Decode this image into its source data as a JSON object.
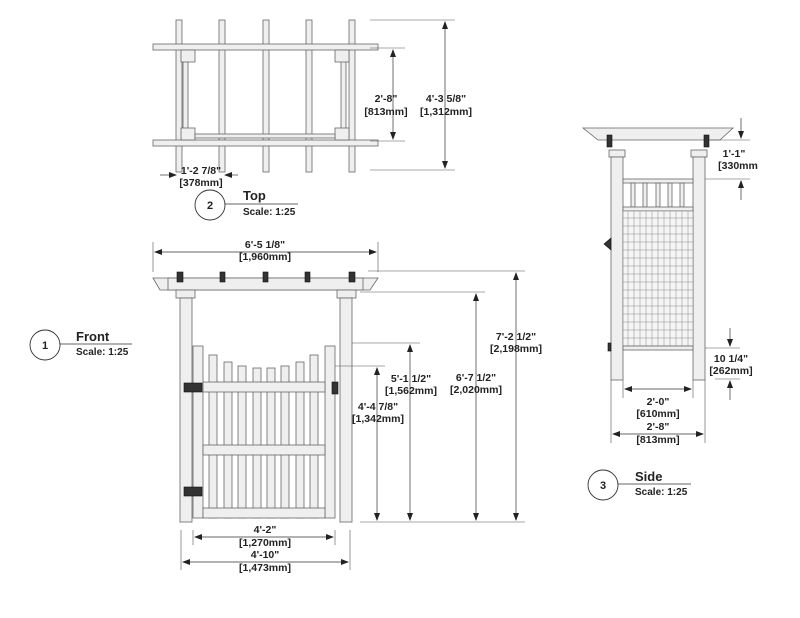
{
  "drawing": {
    "views": [
      {
        "number": "2",
        "title": "Top",
        "scale": "Scale: 1:25"
      },
      {
        "number": "1",
        "title": "Front",
        "scale": "Scale: 1:25"
      },
      {
        "number": "3",
        "title": "Side",
        "scale": "Scale: 1:25"
      }
    ],
    "top_view": {
      "dims": {
        "inner_depth": {
          "imperial": "2'-8\"",
          "metric": "[813mm]"
        },
        "overall_depth": {
          "imperial": "4'-3 5/8\"",
          "metric": "[1,312mm]"
        },
        "rafter_spacing": {
          "imperial": "1'-2 7/8\"",
          "metric": "[378mm]"
        }
      }
    },
    "front_view": {
      "dims": {
        "overall_width": {
          "imperial": "6'-5 1/8\"",
          "metric": "[1,960mm]"
        },
        "overall_height": {
          "imperial": "7'-2 1/2\"",
          "metric": "[2,198mm]"
        },
        "post_height": {
          "imperial": "6'-7 1/2\"",
          "metric": "[2,020mm]"
        },
        "gate_post_height": {
          "imperial": "5'-1 1/2\"",
          "metric": "[1,562mm]"
        },
        "gate_height": {
          "imperial": "4'-4 7/8\"",
          "metric": "[1,342mm]"
        },
        "gate_width": {
          "imperial": "4'-2\"",
          "metric": "[1,270mm]"
        },
        "opening_width": {
          "imperial": "4'-10\"",
          "metric": "[1,473mm]"
        }
      }
    },
    "side_view": {
      "dims": {
        "header_height": {
          "imperial": "1'-1\"",
          "metric": "[330mm"
        },
        "bottom_clearance": {
          "imperial": "10 1/4\"",
          "metric": "[262mm]"
        },
        "inner_width": {
          "imperial": "2'-0\"",
          "metric": "[610mm]"
        },
        "outer_width": {
          "imperial": "2'-8\"",
          "metric": "[813mm]"
        }
      }
    }
  }
}
